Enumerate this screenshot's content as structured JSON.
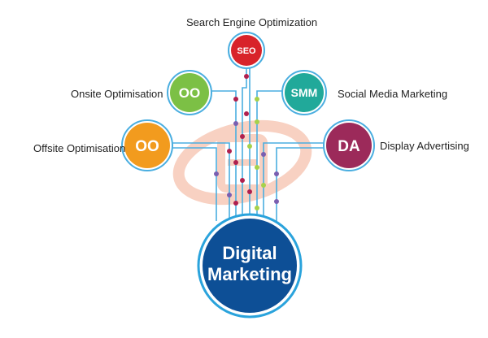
{
  "center": {
    "line1": "Digital",
    "line2": "Marketing",
    "color": "#0d4f96",
    "ring": "#2aa3dc"
  },
  "nodes": {
    "seo": {
      "abbr": "SEO",
      "label": "Search Engine Optimization",
      "color": "#d8232a"
    },
    "onsite": {
      "abbr": "OO",
      "label": "Onsite Optimisation",
      "color": "#7cc045"
    },
    "smm": {
      "abbr": "SMM",
      "label": "Social Media Marketing",
      "color": "#21a99a"
    },
    "offsite": {
      "abbr": "OO",
      "label": "Offsite Optimisation",
      "color": "#f29b1e"
    },
    "da": {
      "abbr": "DA",
      "label": "Display Advertising",
      "color": "#9c2a5a"
    }
  },
  "colors": {
    "connector": "#4aaee0",
    "dot_red": "#b0204e",
    "dot_green": "#a6d14a",
    "dot_purple": "#7a5fb0",
    "watermark": "#f7c9b8"
  }
}
